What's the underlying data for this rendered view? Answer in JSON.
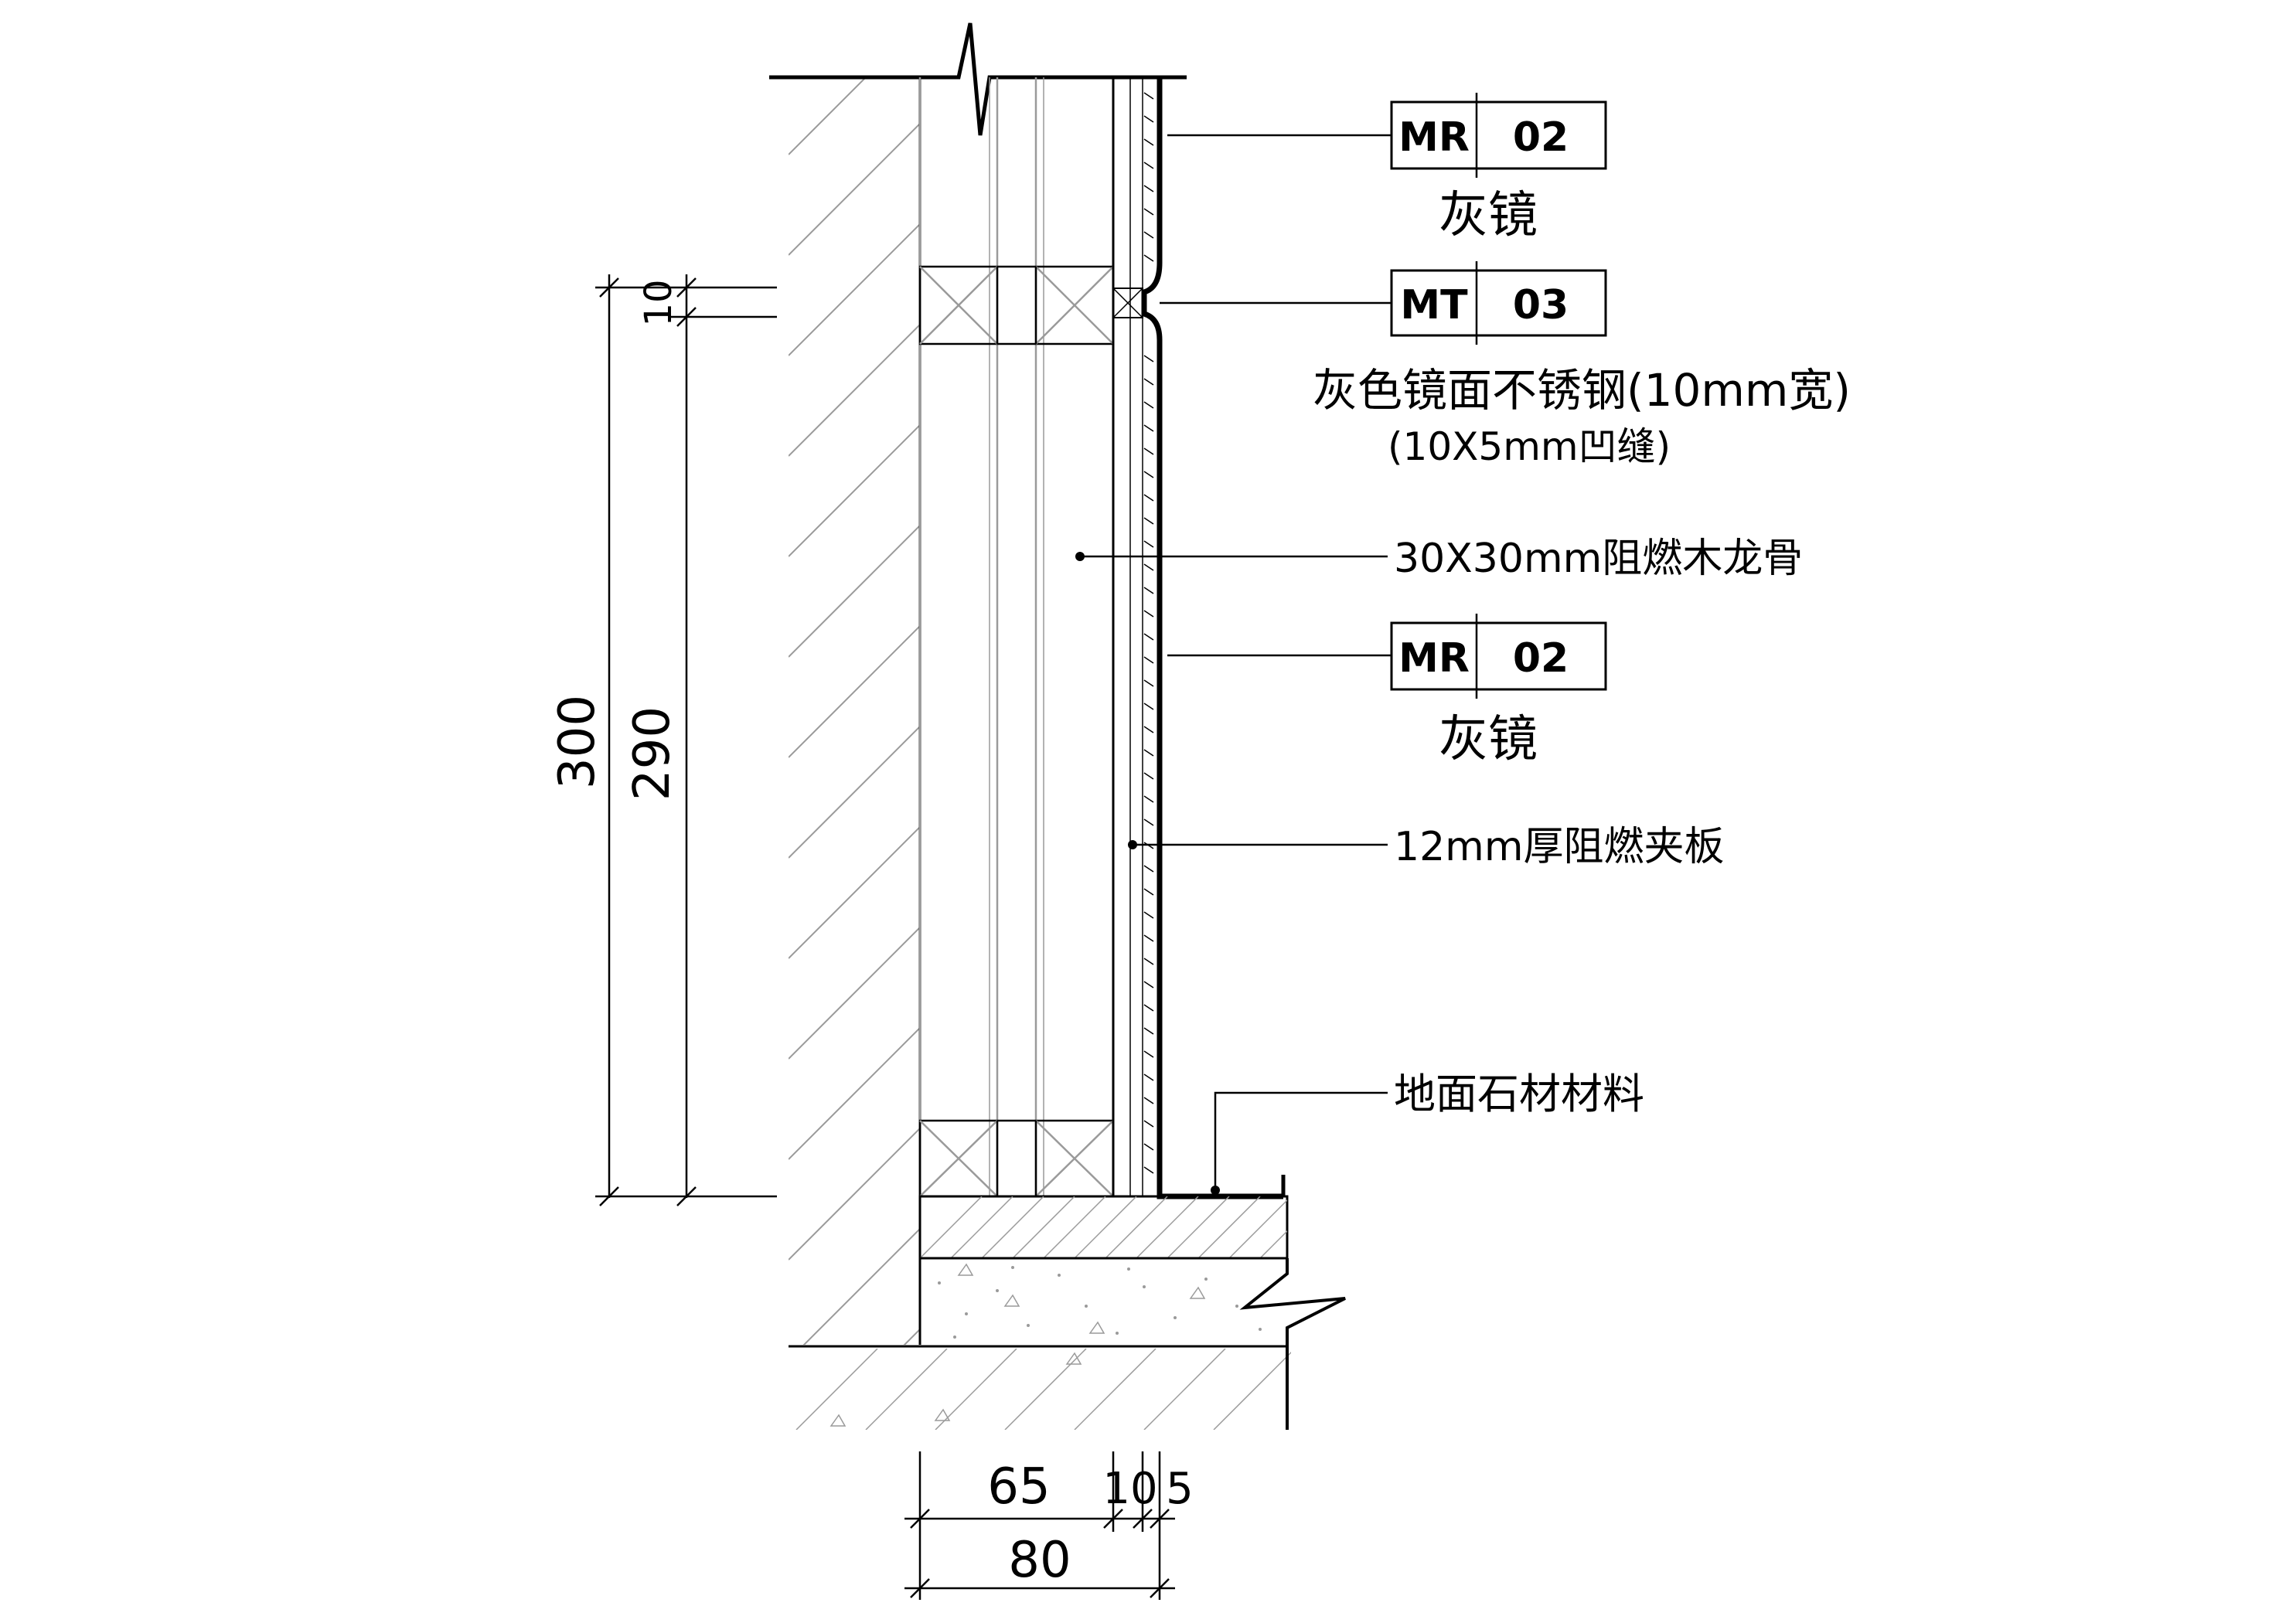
{
  "tags": [
    {
      "code": "MR",
      "num": "02",
      "label": "灰镜"
    },
    {
      "code": "MT",
      "num": "03",
      "label": "灰色镜面不锈钢(10mm宽)",
      "sub": "(10X5mm凹缝)"
    },
    {
      "code": "MR",
      "num": "02",
      "label": "灰镜"
    }
  ],
  "notes": {
    "keel": "30X30mm阻燃木龙骨",
    "plywood": "12mm厚阻燃夹板",
    "floor": "地面石材材料"
  },
  "dimensions": {
    "total_height": "300",
    "height_290": "290",
    "height_10": "10",
    "w65": "65",
    "w10": "10",
    "w5": "5",
    "w80": "80"
  },
  "colors": {
    "line": "#000000",
    "grey": "#9a9a9a"
  }
}
